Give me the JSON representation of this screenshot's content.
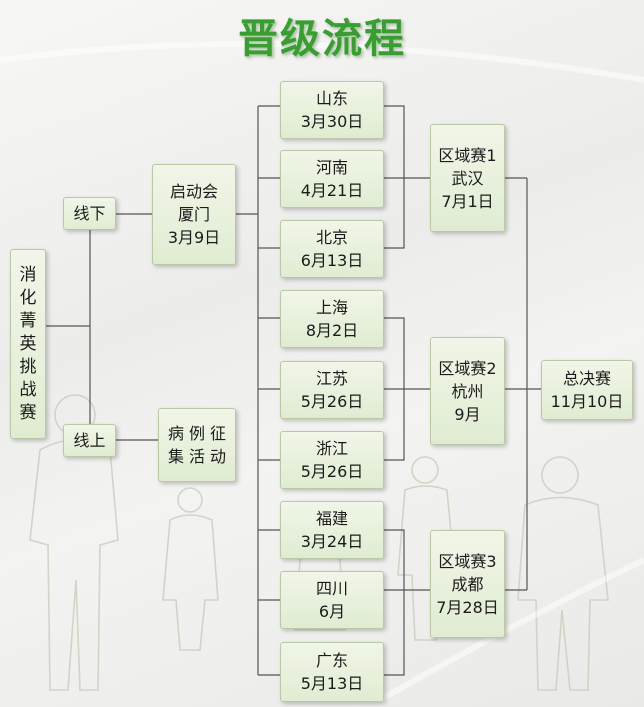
{
  "title": "晋级流程",
  "root": [
    "消",
    "化",
    "菁",
    "英",
    "挑",
    "战",
    "赛"
  ],
  "offline": {
    "label": "线下",
    "event": [
      "启动会",
      "厦门",
      "3月9日"
    ]
  },
  "online": {
    "label": "线上",
    "event": [
      "病例征",
      "集活动"
    ]
  },
  "provinces": [
    {
      "name": "山东",
      "date": "3月30日"
    },
    {
      "name": "河南",
      "date": "4月21日"
    },
    {
      "name": "北京",
      "date": "6月13日"
    },
    {
      "name": "上海",
      "date": "8月2日"
    },
    {
      "name": "江苏",
      "date": "5月26日"
    },
    {
      "name": "浙江",
      "date": "5月26日"
    },
    {
      "name": "福建",
      "date": "3月24日"
    },
    {
      "name": "四川",
      "date": "6月"
    },
    {
      "name": "广东",
      "date": "5月13日"
    }
  ],
  "regionals": [
    {
      "name": "区域赛1",
      "city": "武汉",
      "date": "7月1日"
    },
    {
      "name": "区域赛2",
      "city": "杭州",
      "date": "9月"
    },
    {
      "name": "区域赛3",
      "city": "成都",
      "date": "7月28日"
    }
  ],
  "final": {
    "name": "总决赛",
    "date": "11月10日"
  }
}
